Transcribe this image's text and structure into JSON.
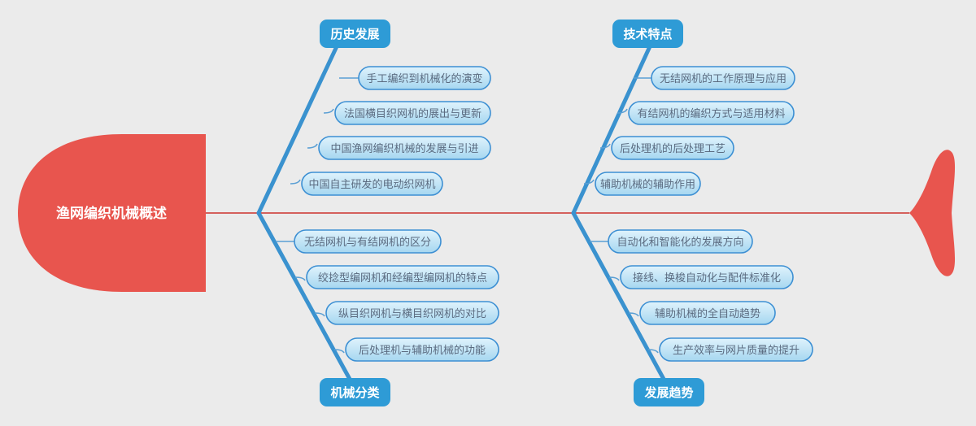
{
  "diagram": {
    "type": "fishbone",
    "title": "渔网编织机械概述",
    "background_color": "#ebebeb",
    "head_color": "#e8554e",
    "spine_color": "#d4605c",
    "rib_color": "#3a92cf",
    "category_box_color": "#2e9bd6",
    "category_text_color": "#ffffff",
    "sub_box_fill_top": "#d7f0fb",
    "sub_box_fill_bottom": "#a8d8f0",
    "sub_box_border_color": "#3c8fd3",
    "sub_text_color": "#5b6b80"
  },
  "branches": [
    {
      "id": "history",
      "label": "历史发展",
      "position": "top-left",
      "items": [
        "手工编织到机械化的演变",
        "法国横目织网机的展出与更新",
        "中国渔网编织机械的发展与引进",
        "中国自主研发的电动织网机"
      ]
    },
    {
      "id": "technology",
      "label": "技术特点",
      "position": "top-right",
      "items": [
        "无结网机的工作原理与应用",
        "有结网机的编织方式与适用材料",
        "后处理机的后处理工艺",
        "辅助机械的辅助作用"
      ]
    },
    {
      "id": "classification",
      "label": "机械分类",
      "position": "bottom-left",
      "items": [
        "无结网机与有结网机的区分",
        "绞捻型编网机和经编型编网机的特点",
        "纵目织网机与横目织网机的对比",
        "后处理机与辅助机械的功能"
      ]
    },
    {
      "id": "trends",
      "label": "发展趋势",
      "position": "bottom-right",
      "items": [
        "自动化和智能化的发展方向",
        "接线、换梭自动化与配件标准化",
        "辅助机械的全自动趋势",
        "生产效率与网片质量的提升"
      ]
    }
  ]
}
